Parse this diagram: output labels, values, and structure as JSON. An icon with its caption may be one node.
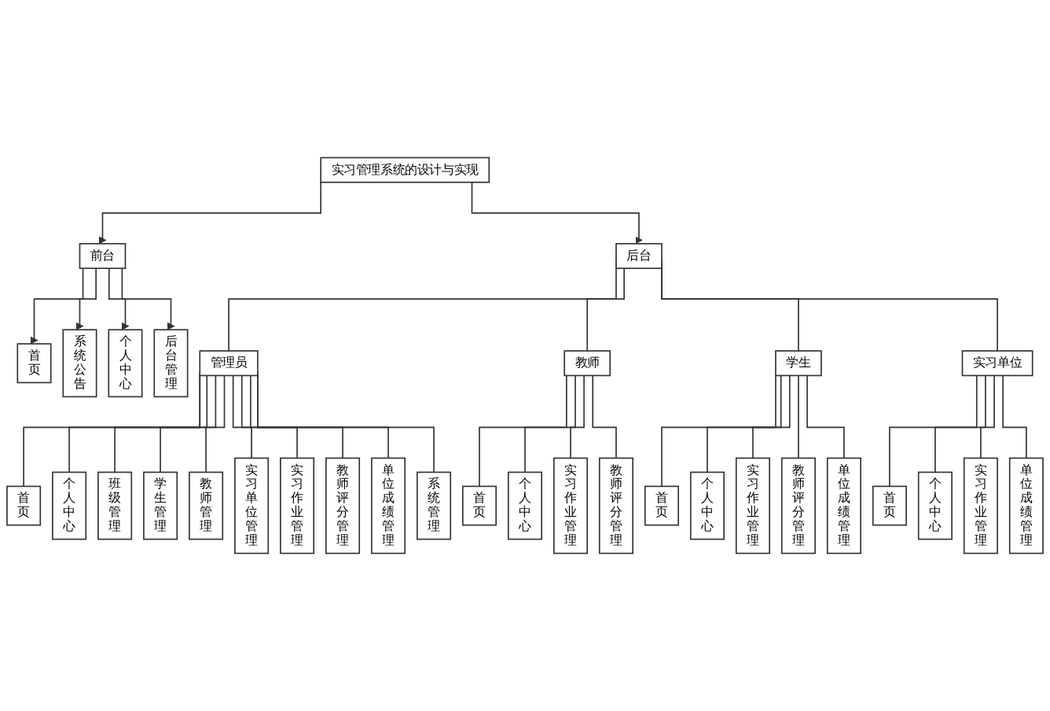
{
  "diagram": {
    "nodes": [
      {
        "text": [
          "首页"
        ]
      },
      {
        "text": [
          "系统公告"
        ]
      },
      {
        "text": [
          "个人中心"
        ]
      },
      {
        "text": [
          "后台管理"
        ]
      },
      {
        "text": [
          "前台"
        ]
      },
      {
        "text": [
          "实习管理系统的设计与实现"
        ]
      },
      {
        "text": [
          "后台"
        ]
      },
      {
        "text": [
          "管理员"
        ]
      },
      {
        "text": [
          "教师"
        ]
      },
      {
        "text": [
          "学生"
        ]
      },
      {
        "text": [
          "实习单位"
        ]
      },
      {
        "text": [
          "首页"
        ]
      },
      {
        "text": [
          "个人中心"
        ]
      },
      {
        "text": [
          "班级管理"
        ]
      },
      {
        "text": [
          "学生管理"
        ]
      },
      {
        "text": [
          "教师管理"
        ]
      },
      {
        "text": [
          "实习单位管理"
        ]
      },
      {
        "text": [
          "实习作业管理"
        ]
      },
      {
        "text": [
          "教师评分管理"
        ]
      },
      {
        "text": [
          "单位成绩管理"
        ]
      },
      {
        "text": [
          "系统管理"
        ]
      },
      {
        "text": [
          "首页"
        ]
      },
      {
        "text": [
          "个人中心"
        ]
      },
      {
        "text": [
          "实习作业管理"
        ]
      },
      {
        "text": [
          "教师评分管理"
        ]
      },
      {
        "text": [
          "首页"
        ]
      },
      {
        "text": [
          "个人中心"
        ]
      },
      {
        "text": [
          "实习作业管理"
        ]
      },
      {
        "text": [
          "教师评分管理"
        ]
      },
      {
        "text": [
          "单位成绩管理"
        ]
      },
      {
        "text": [
          "首页"
        ]
      },
      {
        "text": [
          "个人中心"
        ]
      },
      {
        "text": [
          "实习作业管理"
        ]
      },
      {
        "text": [
          "单位成绩管理"
        ]
      }
    ],
    "edges": [
      {
        "from": 5,
        "to": 4,
        "arrow": "to"
      },
      {
        "from": 4,
        "to": 0,
        "arrow": "to"
      },
      {
        "from": 4,
        "to": 1,
        "arrow": "to"
      },
      {
        "from": 4,
        "to": 2,
        "arrow": "to"
      },
      {
        "from": 4,
        "to": 3,
        "arrow": "to"
      },
      {
        "from": 5,
        "to": 6,
        "arrow": "to"
      },
      {
        "from": 6,
        "to": 7,
        "arrow": "none"
      },
      {
        "from": 6,
        "to": 8,
        "arrow": "none"
      },
      {
        "from": 6,
        "to": 9,
        "arrow": "none"
      },
      {
        "from": 6,
        "to": 10,
        "arrow": "none"
      },
      {
        "from": 7,
        "to": 11,
        "arrow": "none"
      },
      {
        "from": 7,
        "to": 12,
        "arrow": "none"
      },
      {
        "from": 7,
        "to": 13,
        "arrow": "none"
      },
      {
        "from": 7,
        "to": 14,
        "arrow": "none"
      },
      {
        "from": 7,
        "to": 15,
        "arrow": "none"
      },
      {
        "from": 7,
        "to": 16,
        "arrow": "none"
      },
      {
        "from": 7,
        "to": 17,
        "arrow": "none"
      },
      {
        "from": 7,
        "to": 18,
        "arrow": "none"
      },
      {
        "from": 7,
        "to": 19,
        "arrow": "none"
      },
      {
        "from": 7,
        "to": 20,
        "arrow": "none"
      },
      {
        "from": 8,
        "to": 21,
        "arrow": "none"
      },
      {
        "from": 8,
        "to": 22,
        "arrow": "none"
      },
      {
        "from": 8,
        "to": 23,
        "arrow": "none"
      },
      {
        "from": 8,
        "to": 24,
        "arrow": "none"
      },
      {
        "from": 9,
        "to": 25,
        "arrow": "none"
      },
      {
        "from": 9,
        "to": 26,
        "arrow": "none"
      },
      {
        "from": 9,
        "to": 27,
        "arrow": "none"
      },
      {
        "from": 9,
        "to": 28,
        "arrow": "none"
      },
      {
        "from": 9,
        "to": 29,
        "arrow": "none"
      },
      {
        "from": 10,
        "to": 30,
        "arrow": "none"
      },
      {
        "from": 10,
        "to": 31,
        "arrow": "none"
      },
      {
        "from": 10,
        "to": 32,
        "arrow": "none"
      },
      {
        "from": 10,
        "to": 33,
        "arrow": "none"
      }
    ]
  }
}
